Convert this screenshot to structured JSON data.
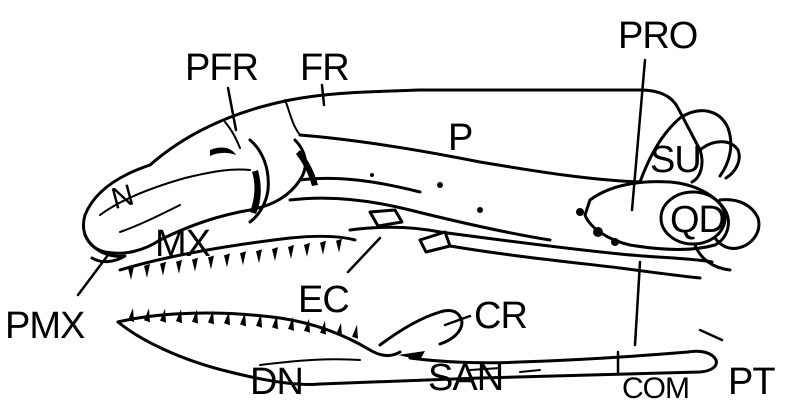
{
  "figure": {
    "labels": {
      "pfr": "PFR",
      "fr": "FR",
      "pro": "PRO",
      "p": "P",
      "su": "SU",
      "qd": "QD",
      "n": "N",
      "mx": "MX",
      "pmx": "PMX",
      "ec": "EC",
      "cr": "CR",
      "dn": "DN",
      "san": "SAN",
      "pt": "PT",
      "com": "COM"
    }
  }
}
